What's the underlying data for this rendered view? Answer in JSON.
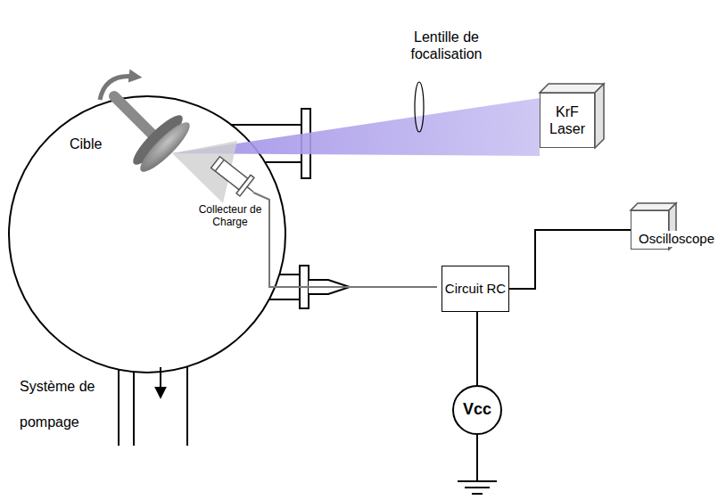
{
  "diagram": {
    "nodes": [
      {
        "text": [
          "KrF Laser"
        ]
      },
      {
        "text": [
          "Circuit RC"
        ]
      },
      {
        "text": [
          "Oscilloscope"
        ]
      },
      {
        "text": [
          "Vcc"
        ]
      }
    ],
    "edges": [
      {
        "from": 1,
        "to": 2,
        "arrow": "none"
      },
      {
        "from": 1,
        "to": 3,
        "arrow": "none"
      }
    ],
    "labels": [
      "Cible",
      "Collecteur de Charge",
      "Lentille de focalisation",
      "Système de pompage"
    ]
  }
}
